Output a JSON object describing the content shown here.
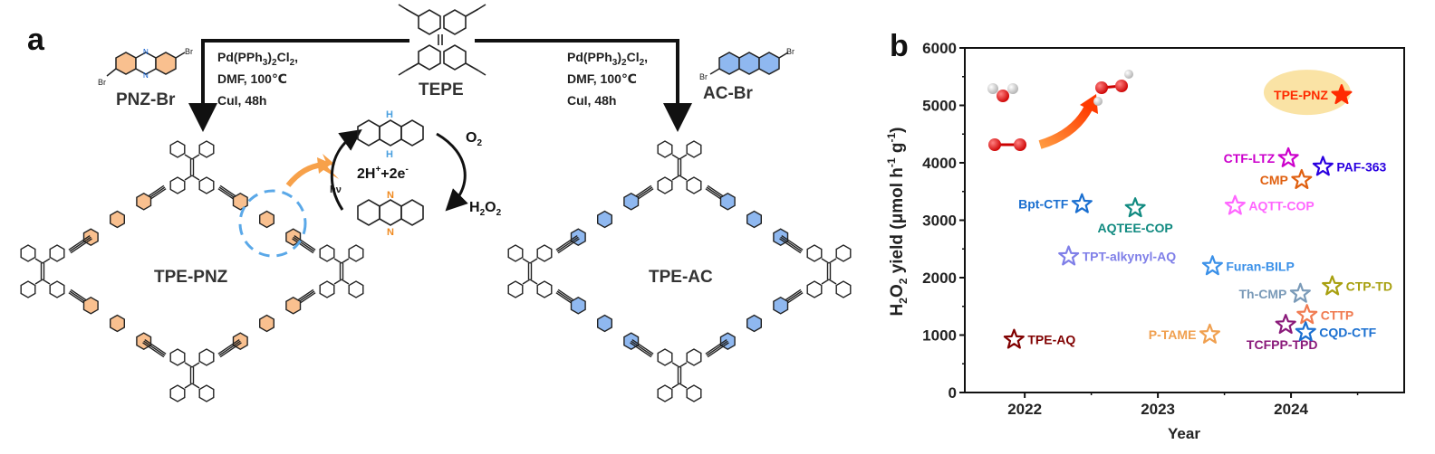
{
  "panel_a": {
    "letter": "a",
    "reactants": {
      "pnz_br": "PNZ-Br",
      "tepe": "TEPE",
      "ac_br": "AC-Br",
      "br": "Br"
    },
    "conditions_left": {
      "catalyst_main": "Pd(PPh",
      "catalyst_sub1": "3",
      "catalyst_mid": ")",
      "catalyst_sub2": "2",
      "catalyst_end": "Cl",
      "catalyst_sub3": "2",
      "catalyst_tail": ",",
      "solvent": "DMF, 100℃",
      "cocat": "CuI, 48h"
    },
    "conditions_right": {
      "catalyst_main": "Pd(PPh",
      "catalyst_sub1": "3",
      "catalyst_mid": ")",
      "catalyst_sub2": "2",
      "catalyst_end": "Cl",
      "catalyst_sub3": "2",
      "catalyst_tail": ",",
      "solvent": "DMF, 100℃",
      "cocat": "CuI, 48h"
    },
    "products": {
      "left": "TPE-PNZ",
      "right": "TPE-AC"
    },
    "mechanism": {
      "nh": "H",
      "n": "N",
      "electrons": "2H",
      "electrons_sup1": "+",
      "electrons_mid": "+2e",
      "electrons_sup2": "-",
      "o2": "O",
      "o2_sub": "2",
      "h2o2_a": "H",
      "h2o2_sub1": "2",
      "h2o2_b": "O",
      "h2o2_sub2": "2",
      "light": "hν"
    }
  },
  "panel_b": {
    "letter": "b"
  },
  "chart_data": {
    "type": "scatter",
    "xlabel": "Year",
    "ylabel_parts": [
      "H",
      "2",
      "O",
      "2",
      " yield (μmol h",
      "-1",
      " g",
      "-1",
      ")"
    ],
    "xlim": [
      2021.55,
      2024.85
    ],
    "ylim": [
      0,
      6000
    ],
    "xticks": [
      2022,
      2023,
      2024
    ],
    "xtick_labels": [
      "2022",
      "2023",
      "2024"
    ],
    "yticks": [
      0,
      1000,
      2000,
      3000,
      4000,
      5000,
      6000
    ],
    "ytick_labels": [
      "0",
      "1000",
      "2000",
      "3000",
      "4000",
      "5000",
      "6000"
    ],
    "points": [
      {
        "label": "TPE-PNZ",
        "x": 2024.38,
        "y": 5180,
        "color": "#ff2a00",
        "filled": true,
        "highlight": true,
        "label_side": "left"
      },
      {
        "label": "CTF-LTZ",
        "x": 2023.98,
        "y": 4080,
        "color": "#cc00cc",
        "label_side": "left"
      },
      {
        "label": "PAF-363",
        "x": 2024.24,
        "y": 3930,
        "color": "#2a00e0",
        "label_side": "right"
      },
      {
        "label": "CMP",
        "x": 2024.08,
        "y": 3700,
        "color": "#e06010",
        "label_side": "left"
      },
      {
        "label": "AQTT-COP",
        "x": 2023.58,
        "y": 3250,
        "color": "#ff66ff",
        "label_side": "right"
      },
      {
        "label": "Bpt-CTF",
        "x": 2022.43,
        "y": 3280,
        "color": "#1a6fd0",
        "label_side": "left"
      },
      {
        "label": "AQTEE-COP",
        "x": 2022.83,
        "y": 3210,
        "color": "#108a80",
        "label_side": "below"
      },
      {
        "label": "TPT-alkynyl-AQ",
        "x": 2022.33,
        "y": 2370,
        "color": "#7f7fe8",
        "label_side": "right"
      },
      {
        "label": "Furan-BILP",
        "x": 2023.41,
        "y": 2200,
        "color": "#3a90e8",
        "label_side": "right"
      },
      {
        "label": "CTP-TD",
        "x": 2024.31,
        "y": 1850,
        "color": "#a8a010",
        "label_side": "right"
      },
      {
        "label": "Th-CMP",
        "x": 2024.07,
        "y": 1720,
        "color": "#7a9ab8",
        "label_side": "left"
      },
      {
        "label": "CTTP",
        "x": 2024.12,
        "y": 1350,
        "color": "#f07a50",
        "label_side": "right"
      },
      {
        "label": "TCFPP-TPD",
        "x": 2023.96,
        "y": 1180,
        "color": "#8a1a7a",
        "label_side": "below-left"
      },
      {
        "label": "P-TAME",
        "x": 2023.39,
        "y": 1010,
        "color": "#f0a050",
        "label_side": "left"
      },
      {
        "label": "CQD-CTF",
        "x": 2024.11,
        "y": 1050,
        "color": "#1a6fd0",
        "label_side": "right"
      },
      {
        "label": "TPE-AQ",
        "x": 2021.92,
        "y": 920,
        "color": "#800000",
        "label_side": "right"
      }
    ]
  }
}
